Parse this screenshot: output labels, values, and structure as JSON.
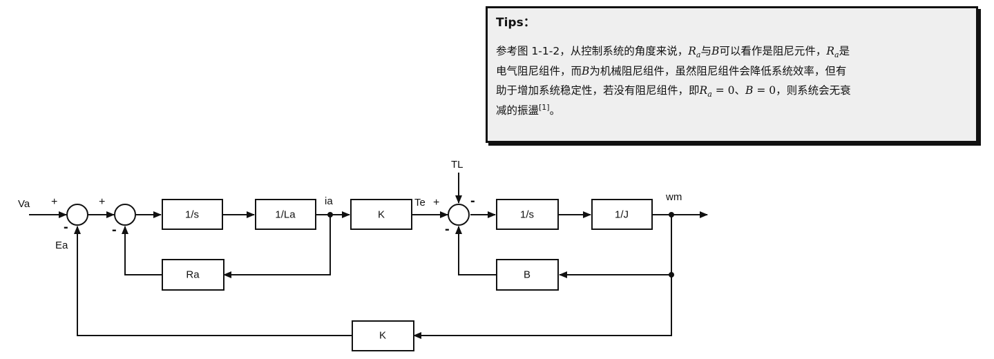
{
  "tips": {
    "title": "Tips：",
    "line1": {
      "pre": "参考图 1-1-2，从控制系统的角度来说，",
      "ra1": "Ra",
      "mid1": "与",
      "b1": "B",
      "mid2": "可以看作是阻尼元件，",
      "ra2": "Ra",
      "post": "是"
    },
    "line2": {
      "pre": "电气阻尼组件，而",
      "b": "B",
      "post": "为机械阻尼组件，虽然阻尼组件会降低系统效率，但有"
    },
    "line3": {
      "pre": "助于增加系统稳定性，若没有阻尼组件，即",
      "eq1": "Ra = 0",
      "sep": "、",
      "eq2": "B = 0",
      "post": "，则系统会无衰"
    },
    "line4": {
      "pre": "减的振盪",
      "ref": "[1]",
      "post": "。"
    }
  },
  "diagram": {
    "blocks": {
      "int1": "1/s",
      "inductance": "1/La",
      "torque_const": "K",
      "int2": "1/s",
      "inertia": "1/J",
      "resistance": "Ra",
      "friction": "B",
      "back_emf": "K"
    },
    "labels": {
      "input": "Va",
      "back_emf_signal": "Ea",
      "current": "ia",
      "torque": "Te",
      "load_torque": "TL",
      "output": "wm"
    },
    "signs": {
      "plus": "+",
      "minus": "-"
    }
  }
}
